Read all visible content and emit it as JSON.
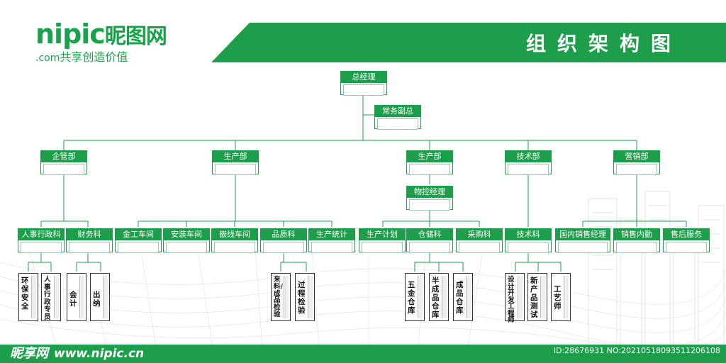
{
  "logo": {
    "brand": "nipic",
    "brand_cn": "昵图网",
    "domain": ".com",
    "slogan": "共享创造价值"
  },
  "title": "组织架构图",
  "chart": {
    "top": "总经理",
    "deputy": "常务副总",
    "departments": [
      "企管部",
      "生产部",
      "生产部",
      "技术部",
      "营销部"
    ],
    "middle": "物控经理",
    "sections": [
      "人事行政科",
      "财务科",
      "金工车间",
      "安装车间",
      "嵌线车间",
      "品质科",
      "生产统计",
      "生产计划",
      "仓储科",
      "采购科",
      "技术科",
      "国内销售经理",
      "销售内勤",
      "售后服务"
    ],
    "leaves": [
      "环保安全",
      "人事行政专员",
      "会计",
      "出纳",
      "来料/成品检验",
      "过程检验",
      "五金仓库",
      "半成品仓库",
      "成品仓库",
      "设计开发工程师",
      "新产品测试",
      "工艺师"
    ]
  },
  "footer": {
    "brand": "昵享网",
    "url": "www.nipic.cn",
    "id_line": "ID:28676931 NO:20210518093511206108"
  },
  "colors": {
    "accent": "#1d9e4a",
    "logo_green": "#17a34a"
  }
}
